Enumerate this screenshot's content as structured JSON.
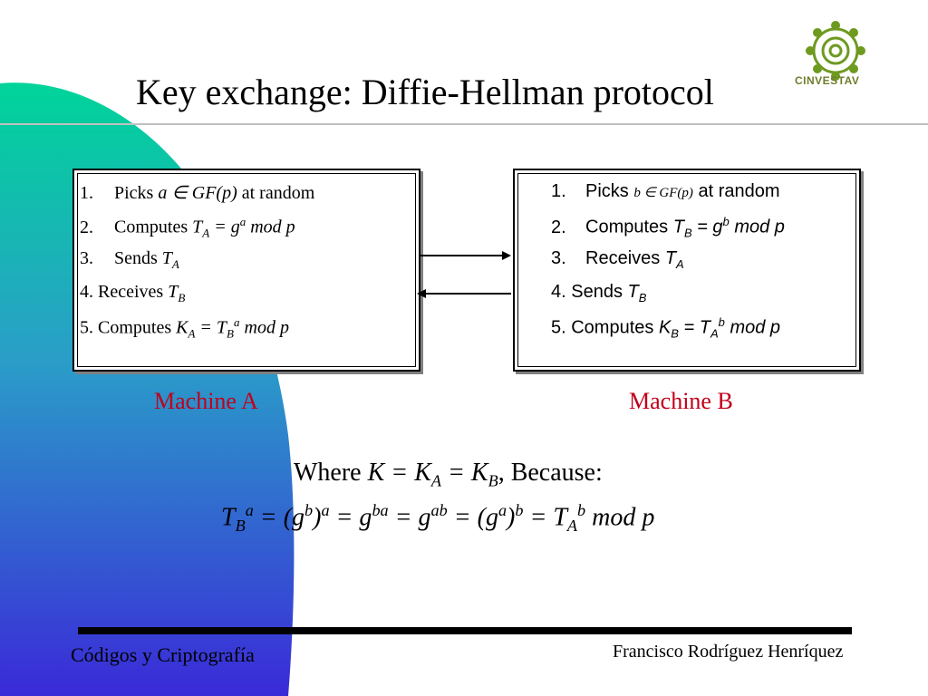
{
  "slide": {
    "title": "Key exchange: Diffie-Hellman protocol",
    "logo_text": "CINVESTAV",
    "machine_a": {
      "label": "Machine A",
      "s1_num": "1.",
      "s1_a": "Picks ",
      "s1_var": "a",
      "s1_in": " ∈ GF(p)",
      "s1_b": " at random",
      "s2_num": "2.",
      "s2_a": "Computes ",
      "s2_T": "T",
      "s2_sub": "A",
      "s2_eq": " = g",
      "s2_sup": "a",
      "s2_mod": " mod p",
      "s3_num": "3.",
      "s3_a": "Sends ",
      "s3_T": "T",
      "s3_sub": "A",
      "s4_a": "4. Receives ",
      "s4_T": "T",
      "s4_sub": "B",
      "s5_a": "5. Computes ",
      "s5_K": "K",
      "s5_ksub": "A",
      "s5_eq": " = T",
      "s5_tsub": "B",
      "s5_sup": "a",
      "s5_mod": " mod p"
    },
    "machine_b": {
      "label": "Machine B",
      "s1_num": "1.",
      "s1_a": "Picks ",
      "s1_var": "b ∈ GF(p)",
      "s1_b": " at random",
      "s2_num": "2.",
      "s2_a": "Computes ",
      "s2_T": "T",
      "s2_sub": "B",
      "s2_eq": " = g",
      "s2_sup": "b",
      "s2_mod": " mod p",
      "s3_num": "3.",
      "s3_a": "Receives ",
      "s3_T": "T",
      "s3_sub": "A",
      "s4_a": "4. Sends ",
      "s4_T": "T",
      "s4_sub": "B",
      "s5_a": "5. Computes ",
      "s5_K": "K",
      "s5_ksub": "B",
      "s5_eq": " = T",
      "s5_tsub": "A",
      "s5_sup": "b",
      "s5_mod": " mod p"
    },
    "where": {
      "w1": "Where ",
      "K": "K",
      "eq1": " = K",
      "sub1": "A",
      "eq2": " = K",
      "sub2": "B",
      "w2": ", Because:"
    },
    "equation": {
      "T1": "T",
      "T1sub": "B",
      "T1sup": "a",
      "p1": " = (g",
      "p1sup": "b",
      "p2": ")",
      "p2sup": "a",
      "p3": " = g",
      "p3sup": "ba",
      "p4": " = g",
      "p4sup": "ab",
      "p5": " = (g",
      "p5sup": "a",
      "p6": ")",
      "p6sup": "b",
      "p7": " = T",
      "p7sub": "A",
      "p7sup": "b",
      "p8": " mod p"
    },
    "footer_left": "Códigos y Criptografía",
    "footer_right": "Francisco Rodríguez Henríquez",
    "colors": {
      "machine_label": "#c0001a",
      "gradient_top": "#00d49a",
      "gradient_bottom": "#3a2ad8",
      "logo": "#6e9a20"
    }
  }
}
